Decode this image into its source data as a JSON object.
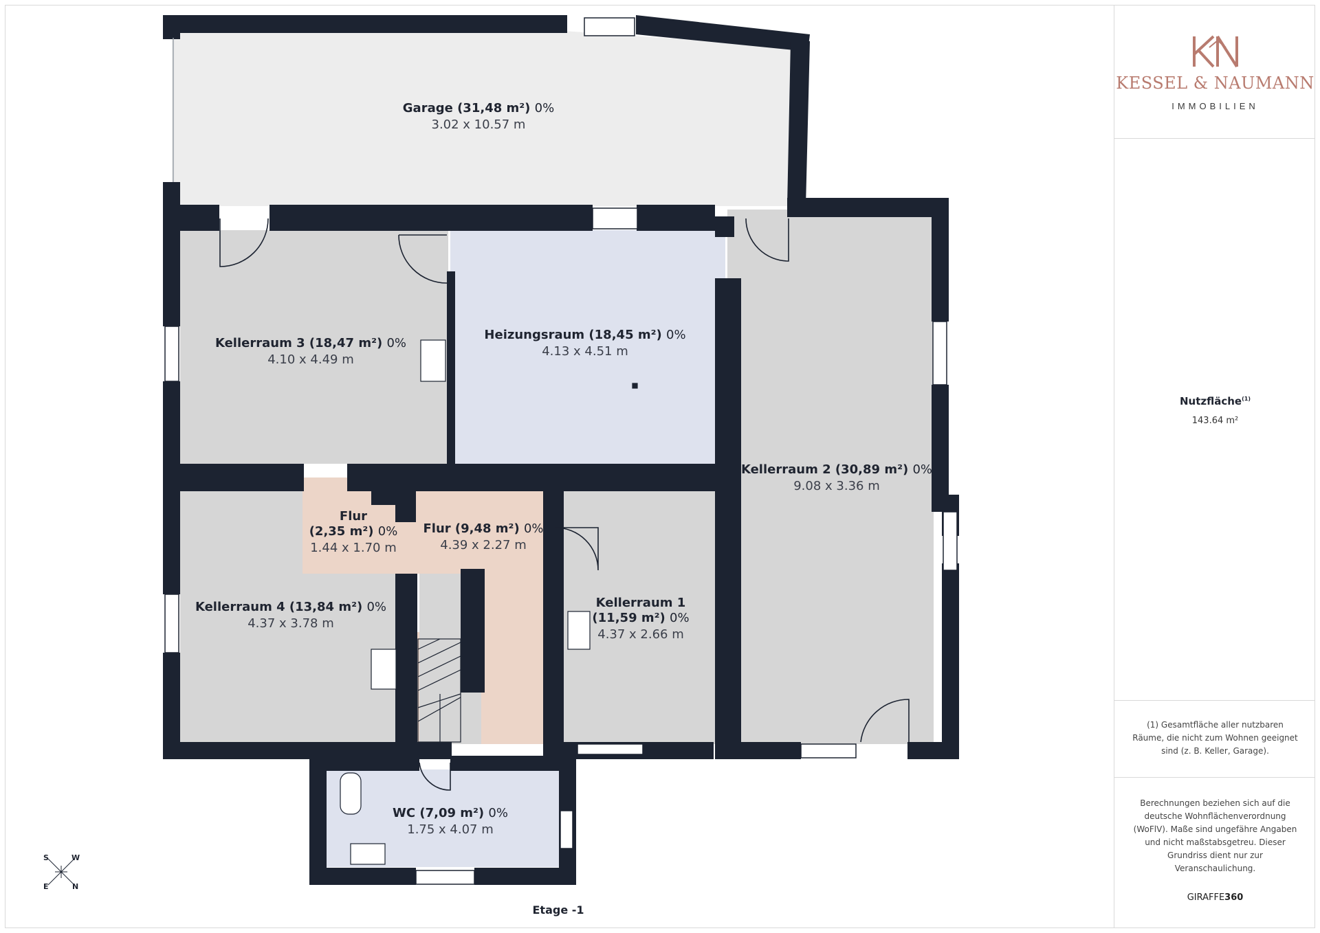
{
  "brand": {
    "monogram": "KN",
    "name": "KESSEL & NAUMANN",
    "tagline": "IMMOBILIEN",
    "color": "#b87b6f"
  },
  "summary": {
    "area_title": "Nutzfläche",
    "area_footnote_mark": "(1)",
    "area_value": "143.64 m²",
    "footnote": "(1) Gesamtfläche aller nutzbaren Räume, die nicht zum Wohnen geeignet sind (z. B. Keller, Garage).",
    "disclaimer": "Berechnungen beziehen sich auf die deutsche Wohnflächenverordnung (WoFlV). Maße sind ungefähre Angaben und nicht maßstabsgetreu. Dieser Grundriss dient nur zur Veranschaulichung.",
    "credit_prefix": "GIRAFFE",
    "credit_suffix": "360"
  },
  "floor_label": "Etage -1",
  "compass": {
    "n": "N",
    "s": "S",
    "e": "E",
    "w": "W"
  },
  "rooms": {
    "garage": {
      "name": "Garage (31,48 m²)",
      "pct": "0%",
      "dims": "3.02 x 10.57 m"
    },
    "kellerraum3": {
      "name": "Kellerraum 3 (18,47 m²)",
      "pct": "0%",
      "dims": "4.10 x 4.49 m"
    },
    "heizungsraum": {
      "name": "Heizungsraum (18,45 m²)",
      "pct": "0%",
      "dims": "4.13 x 4.51 m"
    },
    "kellerraum2": {
      "name": "Kellerraum 2 (30,89 m²)",
      "pct": "0%",
      "dims": "9.08 x 3.36 m"
    },
    "flur_small": {
      "name_line1": "Flur",
      "name_line2": "(2,35 m²)",
      "pct": "0%",
      "dims": "1.44 x 1.70 m"
    },
    "flur": {
      "name": "Flur (9,48 m²)",
      "pct": "0%",
      "dims": "4.39 x 2.27 m"
    },
    "kellerraum4": {
      "name": "Kellerraum 4 (13,84 m²)",
      "pct": "0%",
      "dims": "4.37 x 3.78 m"
    },
    "kellerraum1": {
      "name_line1": "Kellerraum 1",
      "name_line2": "(11,59 m²)",
      "pct": "0%",
      "dims": "4.37 x 2.66 m"
    },
    "wc": {
      "name": "WC (7,09 m²)",
      "pct": "0%",
      "dims": "1.75 x 4.07 m"
    }
  },
  "colors": {
    "wall": "#1c2331",
    "garage": "#ededed",
    "keller": "#d6d6d6",
    "heizung": "#dee2ee",
    "flur": "#ecd5c8",
    "wc": "#dee2ee"
  }
}
